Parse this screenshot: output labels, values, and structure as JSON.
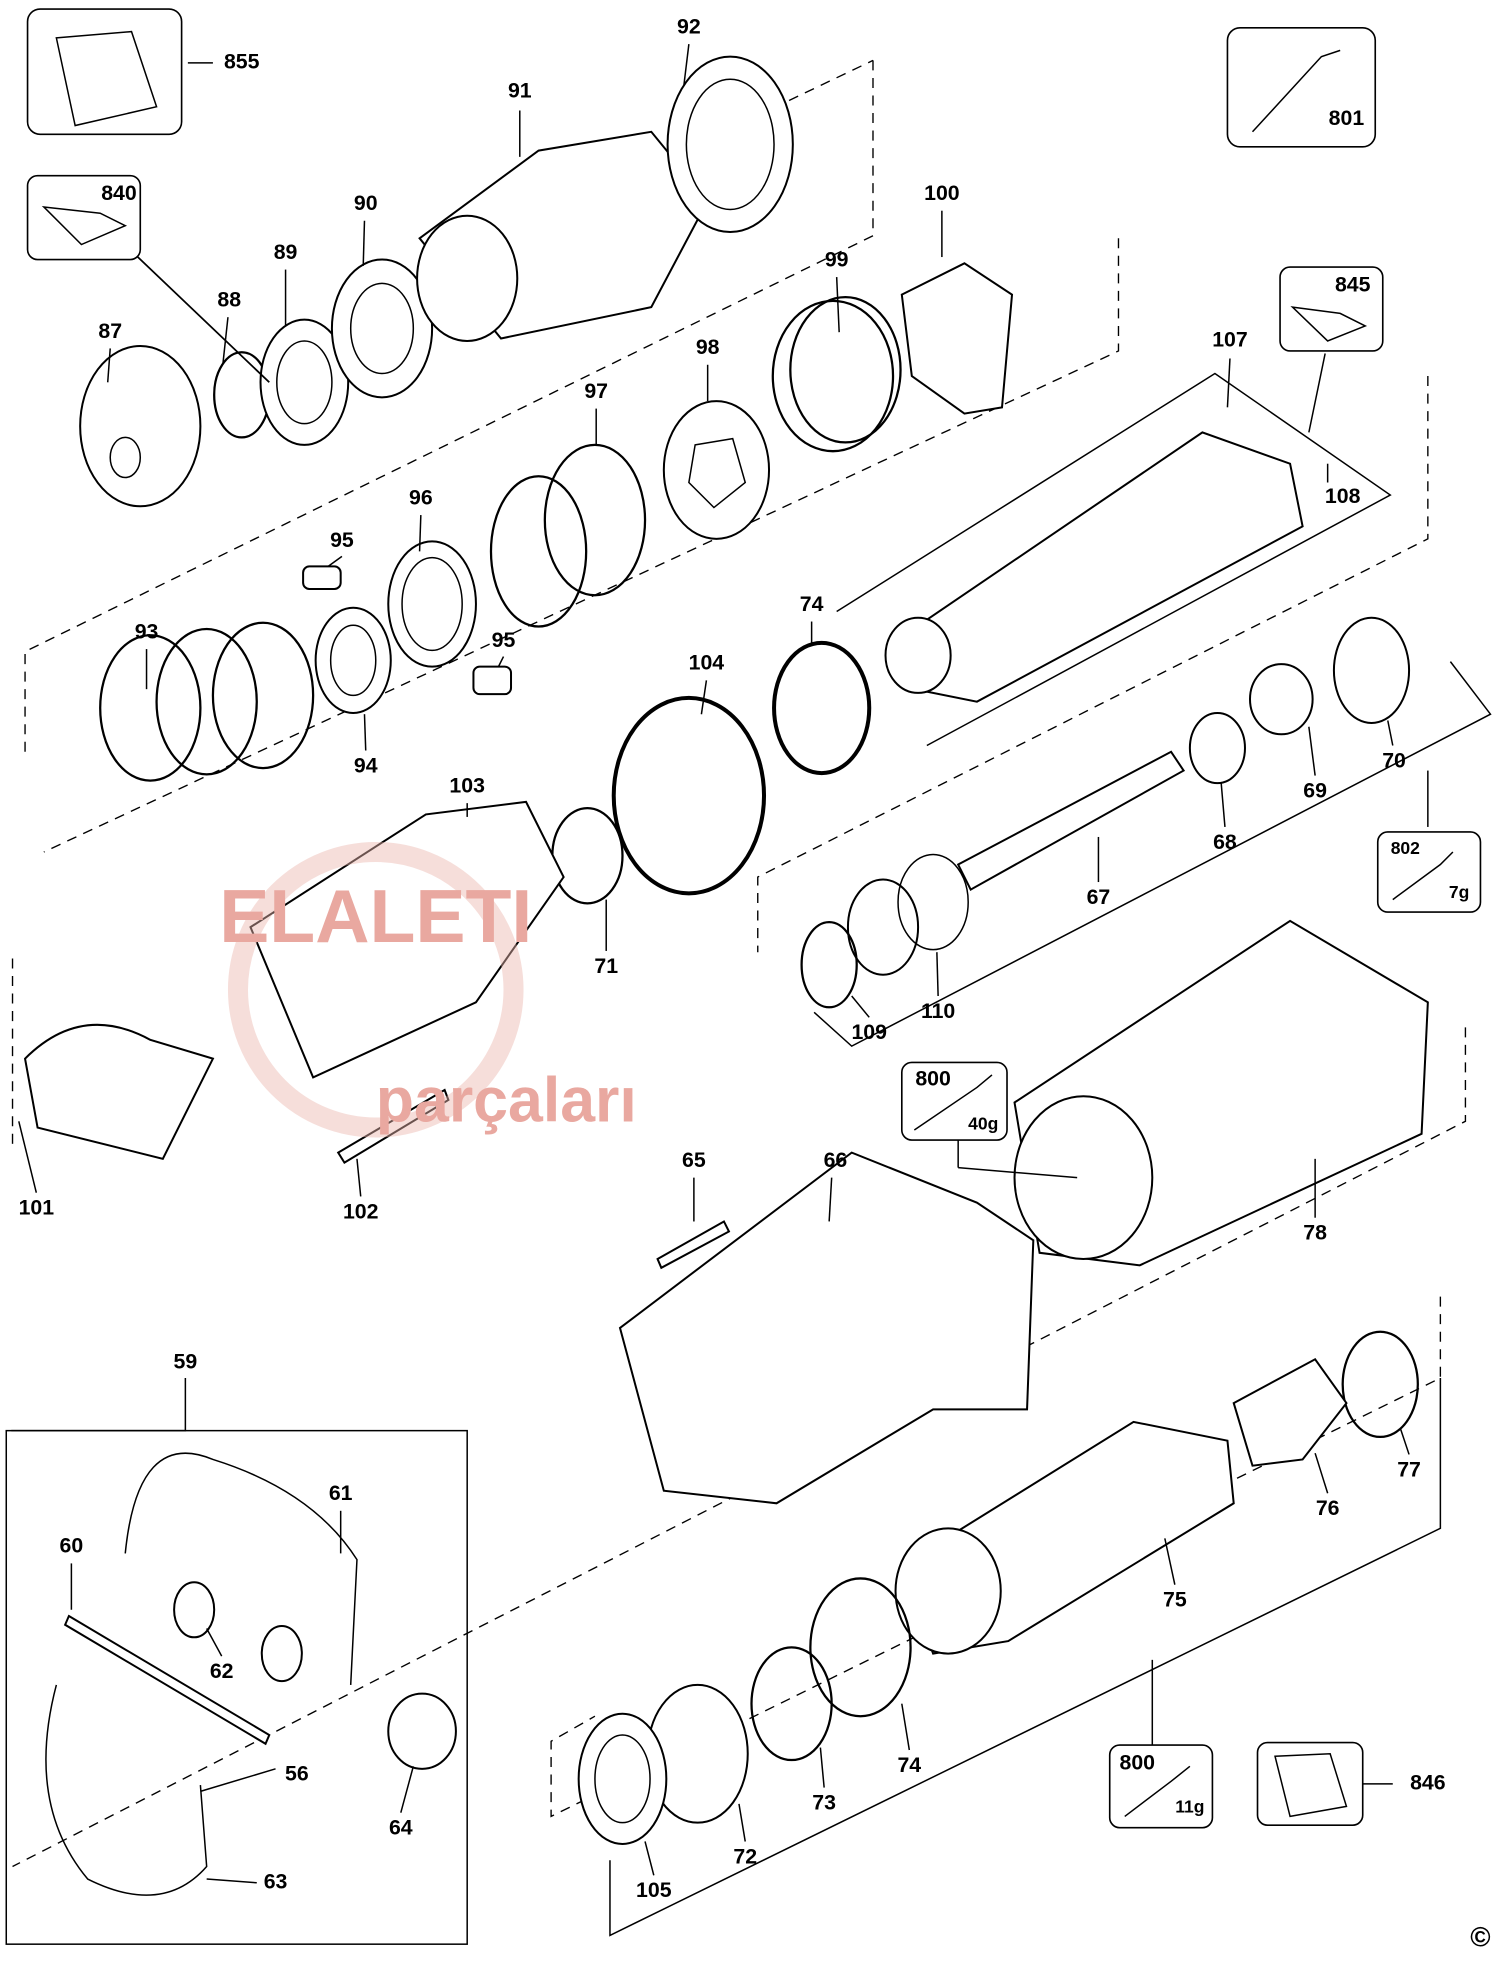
{
  "diagram": {
    "watermark": {
      "line1": "ELALETI",
      "line2": "parçaları"
    },
    "copyright": "©",
    "kit_boxes": [
      {
        "id": "855",
        "icon": "bag-icon"
      },
      {
        "id": "801",
        "icon": "grease-gun-icon"
      },
      {
        "id": "840",
        "icon": "clip-icon"
      },
      {
        "id": "845",
        "icon": "clip-icon"
      },
      {
        "id": "802",
        "icon": "grease-gun-icon",
        "amount": "7g"
      },
      {
        "id": "800",
        "icon": "grease-gun-icon",
        "amount": "40g"
      },
      {
        "id": "800",
        "icon": "grease-gun-icon",
        "amount": "11g"
      },
      {
        "id": "846",
        "icon": "bag-icon"
      }
    ],
    "part_labels": [
      "92",
      "91",
      "90",
      "89",
      "88",
      "87",
      "100",
      "99",
      "98",
      "97",
      "107",
      "108",
      "96",
      "95",
      "95",
      "93",
      "94",
      "74",
      "104",
      "70",
      "69",
      "68",
      "67",
      "103",
      "71",
      "110",
      "109",
      "101",
      "102",
      "65",
      "66",
      "78",
      "59",
      "61",
      "60",
      "62",
      "56",
      "64",
      "63",
      "77",
      "76",
      "75",
      "74",
      "73",
      "72",
      "105"
    ]
  }
}
